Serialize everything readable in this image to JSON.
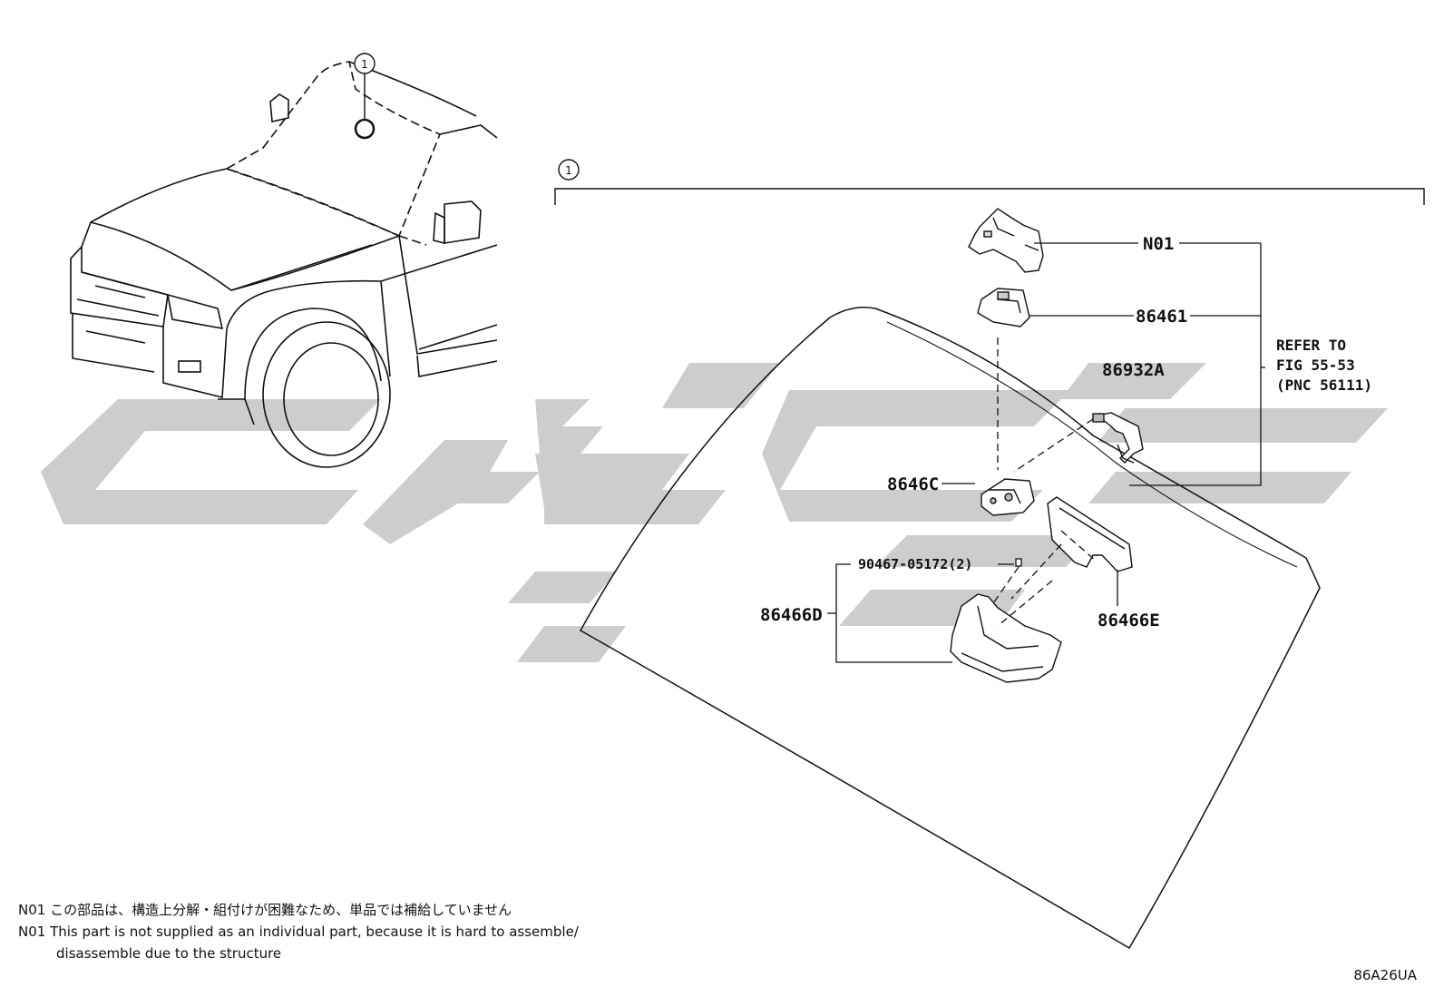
{
  "callout_main": "1",
  "callout_glass": "1",
  "parts": [
    {
      "id": "N01"
    },
    {
      "id": "86461"
    },
    {
      "id": "86932A"
    },
    {
      "id": "8646C"
    },
    {
      "id": "90467-05172(2)"
    },
    {
      "id": "86466D"
    },
    {
      "id": "86466E"
    }
  ],
  "refer": {
    "line1": "REFER TO",
    "line2": "FIG 55-53",
    "line3": "(PNC 56111)"
  },
  "notes": {
    "jp": "N01 この部品は、構造上分解・組付けが困難なため、単品では補給していません",
    "en1": "N01 This part is not supplied as an individual part, because it is hard to assemble/",
    "en2": "disassemble due to the structure"
  },
  "figure_id": "86A26UA",
  "colors": {
    "line": "#111111",
    "watermark": "#cdcdcd"
  }
}
